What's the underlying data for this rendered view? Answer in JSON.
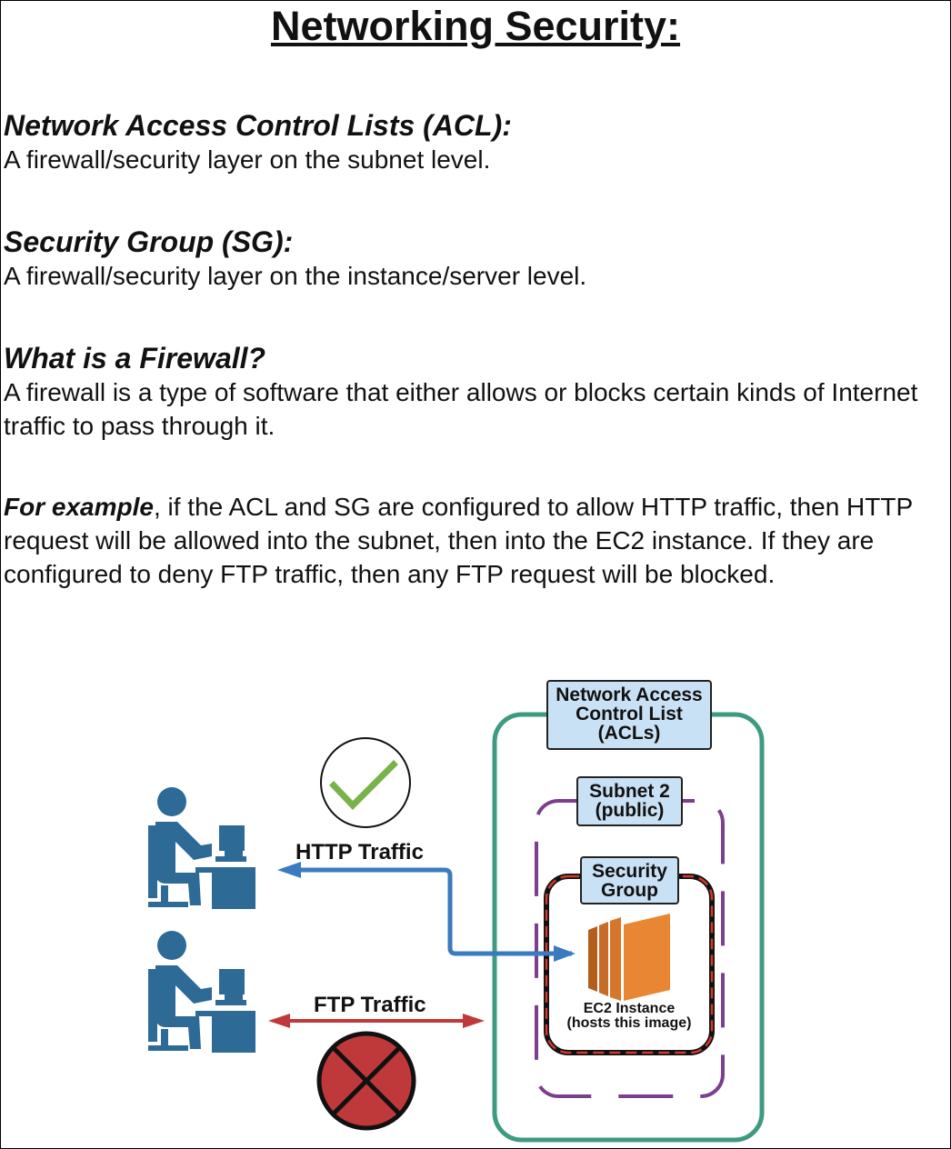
{
  "title": "Networking Security:",
  "sections": [
    {
      "heading": "Network Access Control Lists (ACL):",
      "body": "A firewall/security layer on the subnet level."
    },
    {
      "heading": "Security Group (SG):",
      "body": "A firewall/security layer on the instance/server level."
    },
    {
      "heading": "What is a Firewall?",
      "body": "A firewall is a type of software that either allows or blocks certain kinds of Internet traffic to pass through it."
    }
  ],
  "example": {
    "lead": "For example",
    "text": ", if the ACL and SG are configured to allow HTTP traffic, then HTTP request will be allowed into the subnet, then into the EC2 instance.  If they are configured to deny FTP traffic, then any FTP request will be blocked."
  },
  "diagram": {
    "acl_label_line1": "Network Access",
    "acl_label_line2": "Control List",
    "acl_label_line3": "(ACLs)",
    "subnet_label_line1": "Subnet 2",
    "subnet_label_line2": "(public)",
    "sg_label_line1": "Security",
    "sg_label_line2": "Group",
    "ec2_label_line1": "EC2 Instance",
    "ec2_label_line2": "(hosts this image)",
    "http_label": "HTTP Traffic",
    "ftp_label": "FTP Traffic",
    "colors": {
      "acl_border": "#3e9a80",
      "subnet_border": "#7b3f8e",
      "sg_border_outer": "#111111",
      "sg_border_dash": "#d0392b",
      "http_arrow": "#3a7bbf",
      "ftp_arrow": "#c0393a",
      "user_icon": "#2d6a96",
      "ec2_icon": "#e98633",
      "check": "#7ab24a",
      "deny": "#c0393a",
      "label_fill": "#c9e1f4"
    }
  }
}
